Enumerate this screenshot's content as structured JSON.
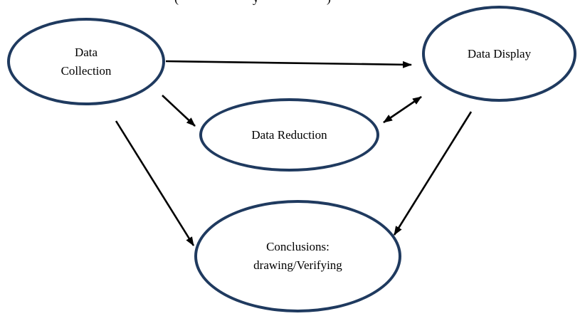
{
  "colors": {
    "ellipse_stroke": "#1f3a5f",
    "arrow": "#000000",
    "text": "#000000",
    "background": "#ffffff"
  },
  "caption_fragments": [
    "(",
    "y",
    ")"
  ],
  "nodes": [
    {
      "id": "data-collection",
      "lines": [
        "Data",
        "Collection"
      ]
    },
    {
      "id": "data-display",
      "lines": [
        "Data Display"
      ]
    },
    {
      "id": "data-reduction",
      "lines": [
        "Data Reduction"
      ]
    },
    {
      "id": "conclusions",
      "lines": [
        "Conclusions:",
        "drawing/Verifying"
      ]
    }
  ],
  "edges": [
    {
      "from": "data-collection",
      "to": "data-display",
      "bidirectional": false
    },
    {
      "from": "data-collection",
      "to": "data-reduction",
      "bidirectional": false
    },
    {
      "from": "data-reduction",
      "to": "data-display",
      "bidirectional": true
    },
    {
      "from": "data-display",
      "to": "conclusions",
      "bidirectional": false
    },
    {
      "from": "data-collection",
      "to": "conclusions",
      "bidirectional": false
    }
  ]
}
